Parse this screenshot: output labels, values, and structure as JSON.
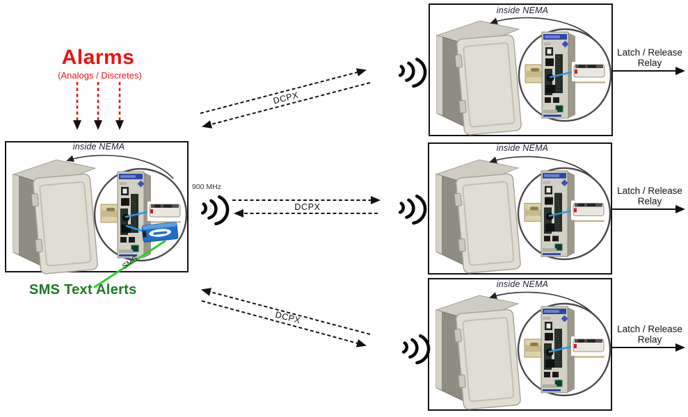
{
  "alarms": {
    "title": "Alarms",
    "subtitle": "(Analogs / Discretes)"
  },
  "master": {
    "inside_label": "inside NEMA",
    "freq_label": "900 MHz",
    "sms_line_label": "SMS",
    "sms_alert_label": "SMS Text Alerts"
  },
  "links": {
    "top": {
      "label": "DCPX"
    },
    "middle": {
      "label": "DCPX"
    },
    "bottom": {
      "label": "DCPX"
    }
  },
  "remotes": [
    {
      "inside_label": "inside NEMA",
      "relay_line1": "Latch / Release",
      "relay_line2": "Relay"
    },
    {
      "inside_label": "inside NEMA",
      "relay_line1": "Latch / Release",
      "relay_line2": "Relay"
    },
    {
      "inside_label": "inside NEMA",
      "relay_line1": "Latch / Release",
      "relay_line2": "Relay"
    }
  ],
  "icons": {
    "wireless": "radio-waves",
    "count_wireless": 4
  },
  "colors": {
    "alarm_red": "#ee1111",
    "sms_green_text": "#1b7a1f",
    "sms_green_line": "#2ecc2e",
    "link_black": "#111111",
    "device_header_blue": "#2e46a6",
    "modem_blue": "#1f6fcc",
    "cable_blue": "#2a9ae8",
    "enclosure_beige": "#d6d3c8",
    "din_rail_tan": "#dbd2a8"
  }
}
